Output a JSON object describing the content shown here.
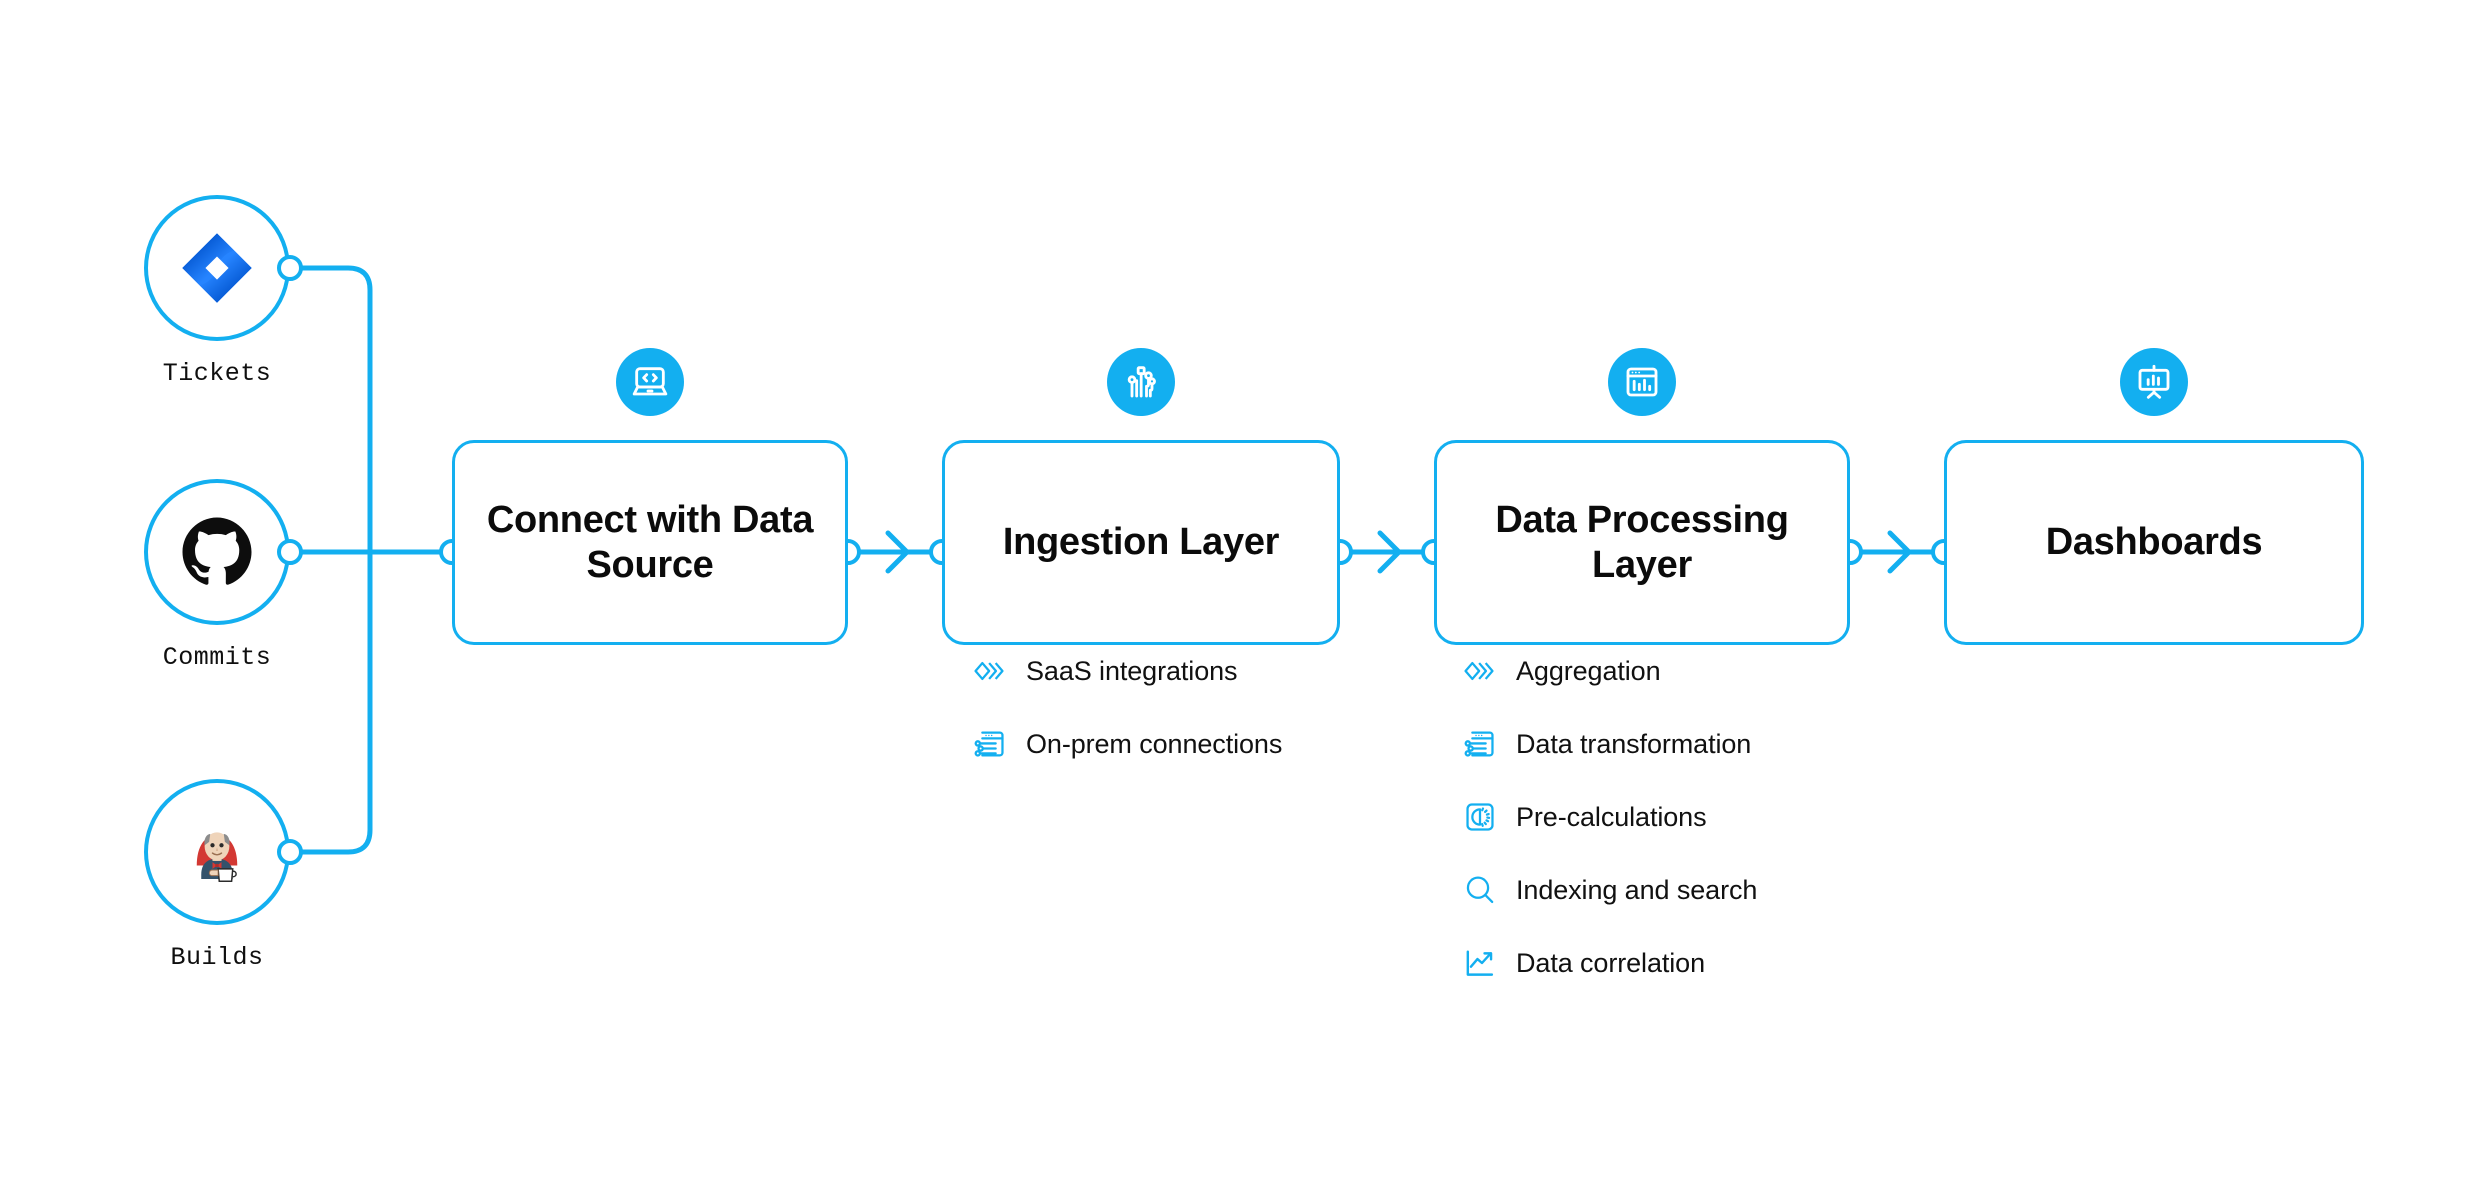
{
  "theme": {
    "accent": "#13AFF0",
    "background": "#ffffff",
    "text": "#0f0f0f",
    "jira_blue": "#2684FF",
    "jira_blue_dark": "#0052CC",
    "github_black": "#0d0d0d",
    "jenkins_red": "#D33833",
    "jenkins_skin": "#E5C6A8",
    "jenkins_suit": "#33526B"
  },
  "sources": [
    {
      "id": "tickets",
      "label": "Tickets",
      "icon": "jira-icon"
    },
    {
      "id": "commits",
      "label": "Commits",
      "icon": "github-icon"
    },
    {
      "id": "builds",
      "label": "Builds",
      "icon": "jenkins-icon"
    }
  ],
  "stages": [
    {
      "id": "connect-with-data-source",
      "title": "Connect with Data Source",
      "icon": "laptop-code-icon"
    },
    {
      "id": "ingestion-layer",
      "title": "Ingestion Layer",
      "icon": "circuit-nodes-icon"
    },
    {
      "id": "data-processing-layer",
      "title": "Data Processing Layer",
      "icon": "window-chart-icon"
    },
    {
      "id": "dashboards",
      "title": "Dashboards",
      "icon": "presentation-chart-icon"
    }
  ],
  "ingestion_features": [
    {
      "label": "SaaS integrations",
      "icon": "chevrons-diamond-icon"
    },
    {
      "label": "On-prem connections",
      "icon": "window-sliders-icon"
    }
  ],
  "processing_features": [
    {
      "label": "Aggregation",
      "icon": "chevrons-diamond-icon"
    },
    {
      "label": "Data transformation",
      "icon": "window-sliders-icon"
    },
    {
      "label": "Pre-calculations",
      "icon": "gauge-square-icon"
    },
    {
      "label": "Indexing and search",
      "icon": "magnifier-icon"
    },
    {
      "label": "Data correlation",
      "icon": "line-chart-icon"
    }
  ]
}
